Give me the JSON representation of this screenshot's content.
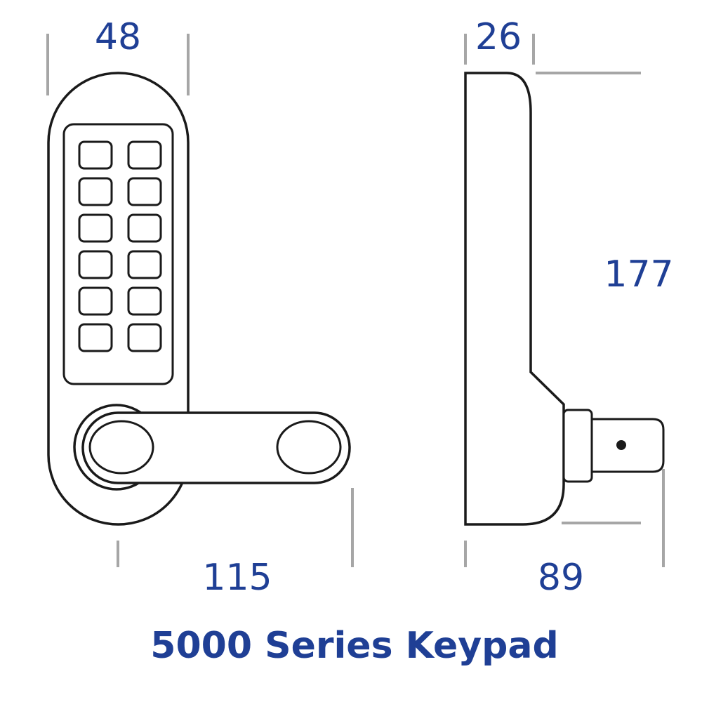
{
  "title": "5000 Series Keypad",
  "dimensions": {
    "front_width": "48",
    "front_lever_length": "115",
    "side_depth": "26",
    "side_height": "177",
    "side_spindle_depth": "89"
  },
  "colors": {
    "dimension_text": "#1f3f95",
    "outline": "#1a1a1a",
    "dimension_line": "#a6a6a6"
  },
  "keypad": {
    "rows": 6,
    "columns": 2
  }
}
